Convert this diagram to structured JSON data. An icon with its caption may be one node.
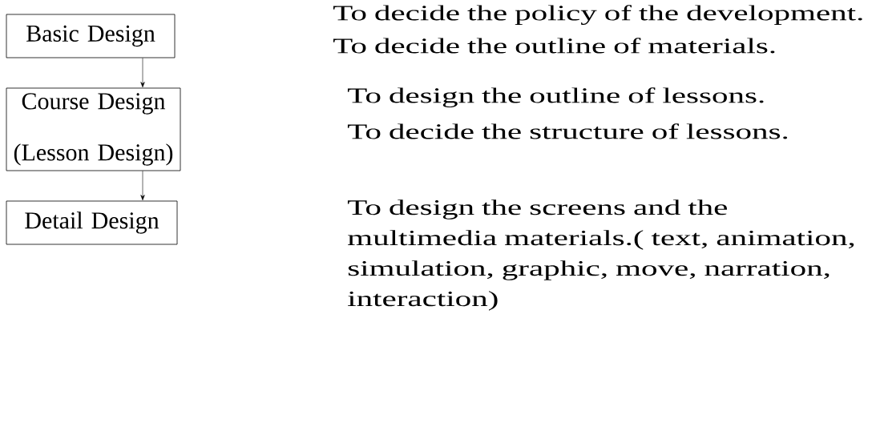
{
  "diagram": {
    "nodes": [
      {
        "text": [
          "Basic Design"
        ],
        "beside": [
          "To decide the policy of the development.",
          "To decide the outline of materials."
        ]
      },
      {
        "text": [
          "Course Design (Lesson Design)"
        ],
        "beside": [
          "To design the outline of lessons.",
          "To decide the structure of lessons."
        ]
      },
      {
        "text": [
          "Detail Design"
        ]
      }
    ],
    "labels": [
      "To design the screens and the multimedia materials.( text, animation, simulation, graphic, move, narration, interaction)"
    ],
    "edges": [
      {
        "from": 0,
        "to": 1,
        "arrow": "to"
      },
      {
        "from": 1,
        "to": 2,
        "arrow": "to"
      }
    ]
  }
}
